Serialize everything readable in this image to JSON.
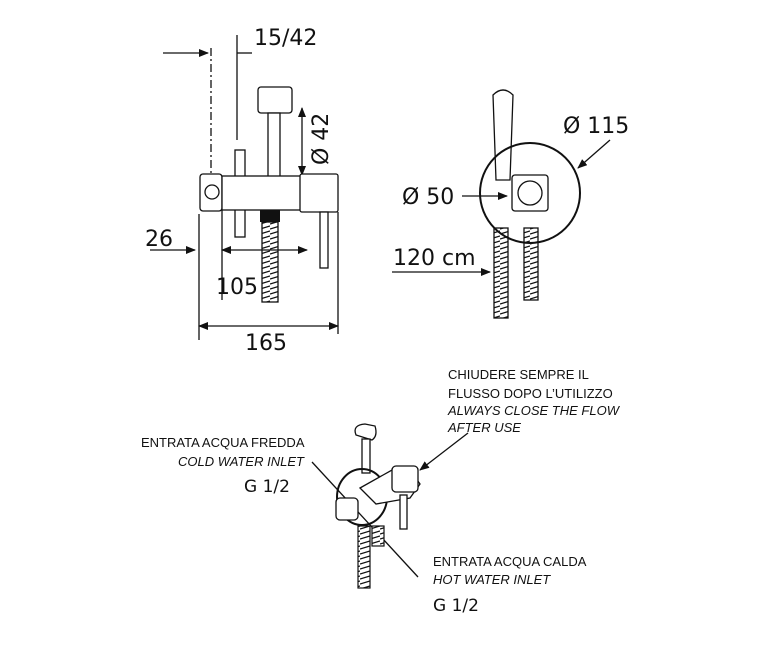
{
  "dimensions": {
    "offset": "15/42",
    "head_diameter": "Ø 42",
    "flange_diameter": "Ø 115",
    "valve_diameter": "Ø 50",
    "inlet_offset": "26",
    "hose_length": "120 cm",
    "spout_length": "105",
    "total_length": "165"
  },
  "notes": {
    "close_flow_it": "CHIUDERE SEMPRE IL",
    "close_flow_it_2": "FLUSSO DOPO L’UTILIZZO",
    "close_flow_en": "ALWAYS CLOSE THE FLOW",
    "close_flow_en_2": "AFTER USE",
    "cold_inlet_it": "ENTRATA ACQUA FREDDA",
    "cold_inlet_en": "COLD WATER INLET",
    "cold_thread": "G 1/2",
    "hot_inlet_it": "ENTRATA ACQUA CALDA",
    "hot_inlet_en": "HOT WATER INLET",
    "hot_thread": "G 1/2"
  }
}
